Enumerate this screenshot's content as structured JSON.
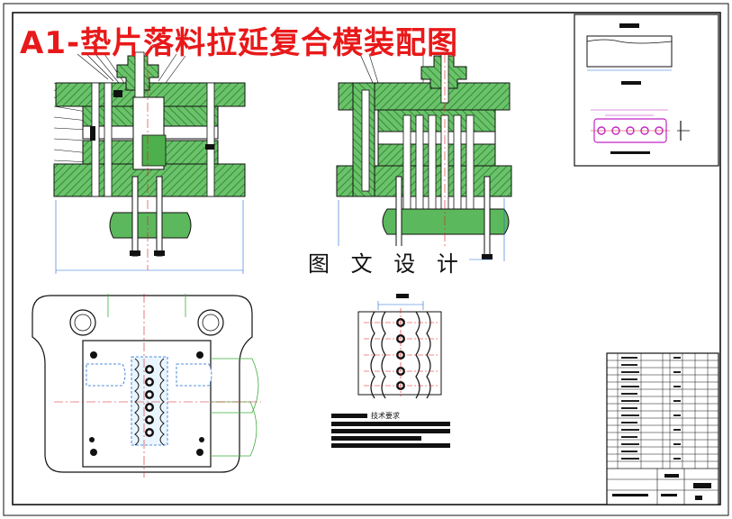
{
  "document": {
    "title": "A1-垫片落料拉延复合模装配图",
    "subtitle": "图 文 设 计",
    "tech_requirements_heading": "技术要求"
  },
  "colors": {
    "title_red": "#e8191a",
    "hatch_green": "#3fae3f",
    "line_black": "#111111",
    "dimension_blue": "#1f6bd1",
    "center_red": "#d61f1f",
    "part_magenta": "#c224c6",
    "background": "#ffffff"
  }
}
